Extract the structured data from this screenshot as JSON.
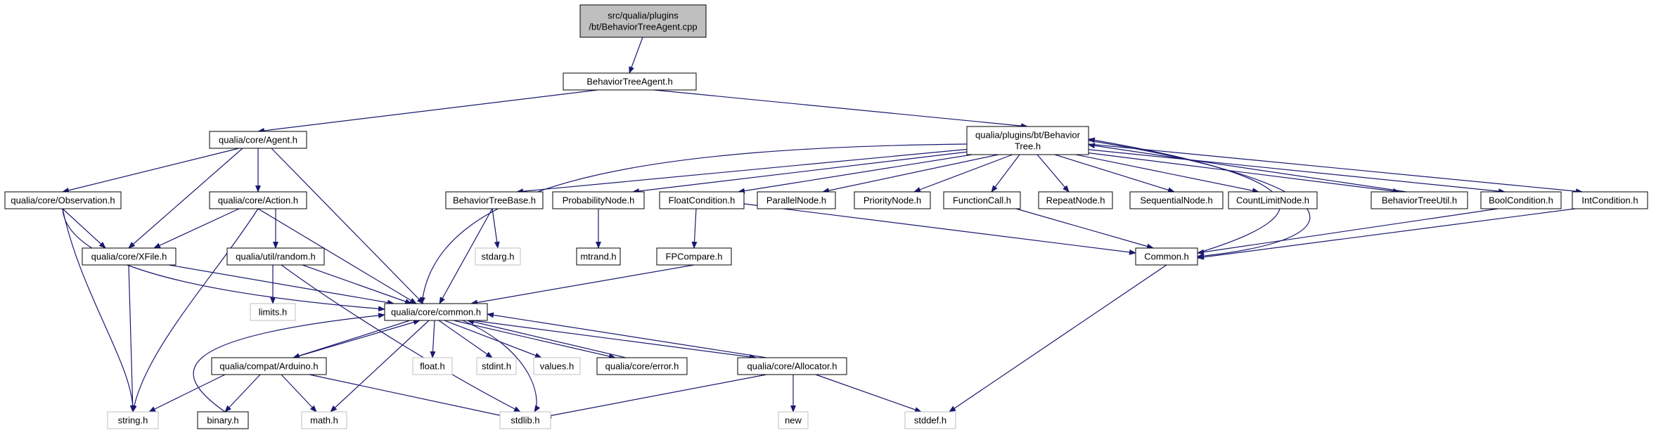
{
  "colors": {
    "edge": "#191970",
    "root_fill": "#bfbfbf",
    "node_border": "#000000",
    "system_border": "#bfbfbf",
    "background": "#ffffff"
  },
  "nodes": {
    "root": {
      "lines": [
        "src/qualia/plugins",
        "/bt/BehaviorTreeAgent.cpp"
      ],
      "kind": "root"
    },
    "agent_h": {
      "lines": [
        "BehaviorTreeAgent.h"
      ],
      "kind": "file"
    },
    "core_agent": {
      "lines": [
        "qualia/core/Agent.h"
      ],
      "kind": "file"
    },
    "bt_tree": {
      "lines": [
        "qualia/plugins/bt/Behavior",
        "Tree.h"
      ],
      "kind": "file"
    },
    "observation": {
      "lines": [
        "qualia/core/Observation.h"
      ],
      "kind": "file"
    },
    "action": {
      "lines": [
        "qualia/core/Action.h"
      ],
      "kind": "file"
    },
    "xfile": {
      "lines": [
        "qualia/core/XFile.h"
      ],
      "kind": "file"
    },
    "random": {
      "lines": [
        "qualia/util/random.h"
      ],
      "kind": "file"
    },
    "limits": {
      "lines": [
        "limits.h"
      ],
      "kind": "system"
    },
    "common": {
      "lines": [
        "qualia/core/common.h"
      ],
      "kind": "file"
    },
    "arduino": {
      "lines": [
        "qualia/compat/Arduino.h"
      ],
      "kind": "file"
    },
    "binary": {
      "lines": [
        "binary.h"
      ],
      "kind": "file"
    },
    "string": {
      "lines": [
        "string.h"
      ],
      "kind": "system"
    },
    "math": {
      "lines": [
        "math.h"
      ],
      "kind": "system"
    },
    "float": {
      "lines": [
        "float.h"
      ],
      "kind": "system"
    },
    "stdint": {
      "lines": [
        "stdint.h"
      ],
      "kind": "system"
    },
    "values": {
      "lines": [
        "values.h"
      ],
      "kind": "system"
    },
    "error": {
      "lines": [
        "qualia/core/error.h"
      ],
      "kind": "file"
    },
    "allocator": {
      "lines": [
        "qualia/core/Allocator.h"
      ],
      "kind": "file"
    },
    "stdlib": {
      "lines": [
        "stdlib.h"
      ],
      "kind": "system"
    },
    "new": {
      "lines": [
        "new"
      ],
      "kind": "system"
    },
    "stddef": {
      "lines": [
        "stddef.h"
      ],
      "kind": "system"
    },
    "btbase": {
      "lines": [
        "BehaviorTreeBase.h"
      ],
      "kind": "file"
    },
    "stdarg": {
      "lines": [
        "stdarg.h"
      ],
      "kind": "system"
    },
    "probability": {
      "lines": [
        "ProbabilityNode.h"
      ],
      "kind": "file"
    },
    "mtrand": {
      "lines": [
        "mtrand.h"
      ],
      "kind": "file"
    },
    "floatcond": {
      "lines": [
        "FloatCondition.h"
      ],
      "kind": "file"
    },
    "fpcompare": {
      "lines": [
        "FPCompare.h"
      ],
      "kind": "file"
    },
    "parallel": {
      "lines": [
        "ParallelNode.h"
      ],
      "kind": "file"
    },
    "priority": {
      "lines": [
        "PriorityNode.h"
      ],
      "kind": "file"
    },
    "functioncall": {
      "lines": [
        "FunctionCall.h"
      ],
      "kind": "file"
    },
    "repeat": {
      "lines": [
        "RepeatNode.h"
      ],
      "kind": "file"
    },
    "sequential": {
      "lines": [
        "SequentialNode.h"
      ],
      "kind": "file"
    },
    "countlimit": {
      "lines": [
        "CountLimitNode.h"
      ],
      "kind": "file"
    },
    "btutil": {
      "lines": [
        "BehaviorTreeUtil.h"
      ],
      "kind": "file"
    },
    "boolcond": {
      "lines": [
        "BoolCondition.h"
      ],
      "kind": "file"
    },
    "intcond": {
      "lines": [
        "IntCondition.h"
      ],
      "kind": "file"
    },
    "common_bt": {
      "lines": [
        "Common.h"
      ],
      "kind": "file"
    }
  }
}
